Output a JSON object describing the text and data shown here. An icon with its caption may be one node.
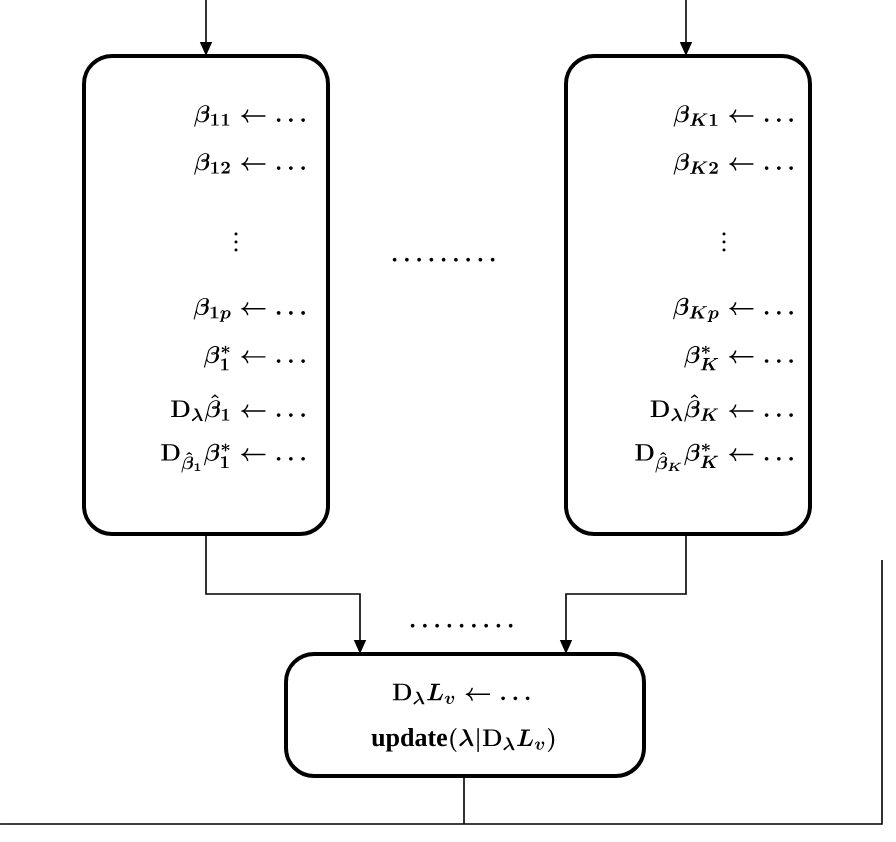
{
  "diagram": {
    "nodes": [
      {
        "text": [
          "\\beta_{11} \\leftarrow \\dots",
          "\\beta_{12} \\leftarrow \\dots",
          "\\vdots",
          "\\beta_{1p} \\leftarrow \\dots",
          "\\beta_1^* \\leftarrow \\dots",
          "\\mathbf{D}_\\lambda \\hat\\beta_1 \\leftarrow \\dots",
          "\\mathbf{D}_{\\hat\\beta_1} \\beta_1^* \\leftarrow \\dots"
        ]
      },
      {
        "text": [
          "\\beta_{K1} \\leftarrow \\dots",
          "\\beta_{K2} \\leftarrow \\dots",
          "\\vdots",
          "\\beta_{Kp} \\leftarrow \\dots",
          "\\beta_K^* \\leftarrow \\dots",
          "\\mathbf{D}_\\lambda \\hat\\beta_K \\leftarrow \\dots",
          "\\mathbf{D}_{\\hat\\beta_K} \\beta_K^* \\leftarrow \\dots"
        ]
      },
      {
        "text": [
          "\\mathbf{D}_\\lambda L_v \\leftarrow \\dots",
          "\\mathrm{update}(\\lambda | \\mathbf{D}_\\lambda L_v)"
        ]
      }
    ],
    "edges": [
      {
        "from": null,
        "to": 0,
        "arrow": "to"
      },
      {
        "from": null,
        "to": 1,
        "arrow": "to"
      },
      {
        "from": 0,
        "to": 2,
        "arrow": "to"
      },
      {
        "from": 1,
        "to": 2,
        "arrow": "to"
      },
      {
        "from": 2,
        "to": null,
        "arrow": "none"
      }
    ],
    "labels": [
      "\\cdots\\cdots\\cdots",
      "\\cdots\\cdots\\cdots"
    ]
  }
}
